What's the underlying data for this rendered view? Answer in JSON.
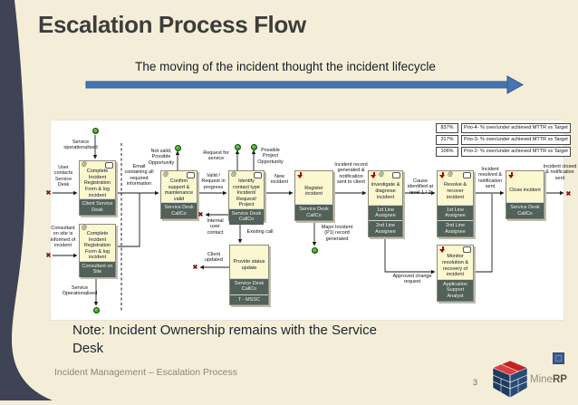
{
  "slide": {
    "title": "Escalation Process Flow",
    "subtitle": "The moving of the incident thought the incident lifecycle",
    "note": "Note: Incident Ownership remains with the Service Desk",
    "footer": "Incident Management – Escalation Process",
    "page_number": "3",
    "logo": {
      "text_regular": "Mine",
      "text_bold": "RP"
    }
  },
  "colors": {
    "background": "#f4eed8",
    "accent_arrow_blue": "#4576b0",
    "node_fill": "#fbf7cf",
    "node_footer": "#52615a",
    "terminator_green": "#1d8a1d",
    "end_marker_red": "#8e1212",
    "icon_red": "#b00000",
    "left_wave": "#3e4356"
  },
  "metrics": [
    {
      "value": "837%",
      "label": "Prio-4- % over/under achieved MTTR vs Target"
    },
    {
      "value": "317%",
      "label": "Prio-3- % over/under achieved MTTR vs Target"
    },
    {
      "value": "106%",
      "label": "Prio-2- % over/under achieved MTTR vs Target"
    }
  ],
  "diagram": {
    "nodes": [
      {
        "id": "complete-reg-user",
        "title": "Complete Incident Registration Form & log incident",
        "roles": [
          "Client Service Desk"
        ],
        "icons": [
          "at-icon",
          "bubble-icon"
        ]
      },
      {
        "id": "complete-reg-consultant",
        "title": "Complete Incident Registration Form & log incident",
        "roles": [
          "Consultant on Site"
        ],
        "icons": [
          "at-icon"
        ]
      },
      {
        "id": "confirm-support",
        "title": "Confirm support & maintenance valid",
        "roles": [
          "Service Desk CallCo"
        ],
        "icons": [
          "at-icon",
          "bubble-icon"
        ]
      },
      {
        "id": "identify-contact",
        "title": "Identify contact type Incident/ Request/ Project",
        "roles": [
          "Service Desk CallCo"
        ],
        "icons": [
          "at-icon",
          "bubble-icon"
        ]
      },
      {
        "id": "provide-status",
        "title": "Provide status update",
        "roles": [
          "Service Desk CallCo",
          "T - MSSC"
        ],
        "icons": []
      },
      {
        "id": "register-incident",
        "title": "Register incident",
        "roles": [
          "Service Desk CallCo"
        ],
        "icons": [
          "red-arrow-icon"
        ]
      },
      {
        "id": "investigate-diagnose",
        "title": "Investigate & diagnose incident",
        "roles": [
          "1st Line Assignee",
          "2nd Line Assignee"
        ],
        "icons": [
          "red-arrow-icon",
          "at-icon",
          "bubble-icon"
        ]
      },
      {
        "id": "resolve-recover",
        "title": "Resolve & recover incident",
        "roles": [
          "1st Line Assignee",
          "2nd Line Assignee"
        ],
        "icons": [
          "red-arrow-icon",
          "at-icon",
          "bubble-icon"
        ]
      },
      {
        "id": "close-incident",
        "title": "Close incident",
        "roles": [
          "Service Desk CallCo"
        ],
        "icons": [
          "red-arrow-icon"
        ]
      },
      {
        "id": "monitor-resolution",
        "title": "Monitor resolution & recovery of incident",
        "roles": [
          "Application Support Analyst"
        ],
        "icons": [
          "red-arrow-icon",
          "bubble-icon"
        ]
      }
    ],
    "labels": [
      {
        "id": "service-operationalised-top",
        "text": "Service operationalised"
      },
      {
        "id": "user-contacts-service-desk",
        "text": "User contacts Service Desk"
      },
      {
        "id": "email-containing-info",
        "text": "Email containing all required information"
      },
      {
        "id": "not-valid-possible-opportunity",
        "text": "Not valid, Possible Opportunity"
      },
      {
        "id": "valid-request-in-progress",
        "text": "Valid / Request in progress"
      },
      {
        "id": "request-for-service",
        "text": "Request for service"
      },
      {
        "id": "possible-project-opportunity",
        "text": "Possible Project Opportunity"
      },
      {
        "id": "new-incident",
        "text": "New incident"
      },
      {
        "id": "internal-user-contact",
        "text": "Internal user contact"
      },
      {
        "id": "existing-call",
        "text": "Existing call"
      },
      {
        "id": "client-updated",
        "text": "Client updated"
      },
      {
        "id": "consultant-informed",
        "text": "Consultant on site is informed of incident"
      },
      {
        "id": "service-operationalised-bottom",
        "text": "Service Operationalised"
      },
      {
        "id": "incident-record-generated",
        "text": "Incident record generated & notification sent to client"
      },
      {
        "id": "major-incident-p1",
        "text": "Major Incident (P1) record generated"
      },
      {
        "id": "cause-identified",
        "text": "Cause identified at level 1 / 2"
      },
      {
        "id": "incident-resolved",
        "text": "Incident resolved & notification sent"
      },
      {
        "id": "incident-closed",
        "text": "Incident closed & notification sent"
      },
      {
        "id": "approved-change-request",
        "text": "Approved change request"
      }
    ]
  }
}
